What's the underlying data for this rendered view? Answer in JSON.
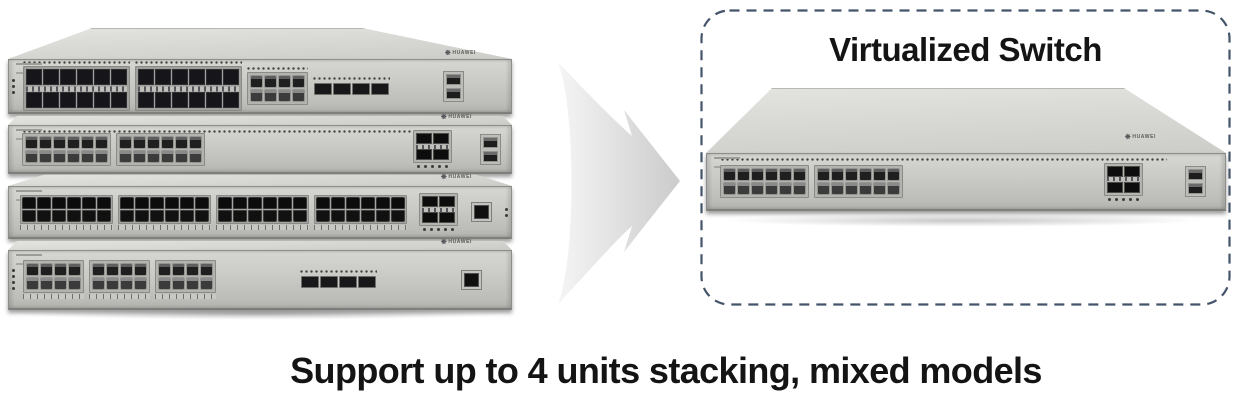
{
  "panel_title": "Virtualized Switch",
  "caption": "Support up to 4 units stacking, mixed models",
  "brand": "HUAWEI",
  "icons": {
    "huawei_fan": "❋"
  },
  "colors": {
    "dashed_border": "#44546A",
    "text": "#141414",
    "chassis": "#c9cac6",
    "port_dark": "#141414",
    "arrow_light": "#f5f5f5",
    "arrow_dark": "#cbcbcb",
    "background": "#ffffff"
  },
  "stack": {
    "switches": [
      {
        "id": "switch-1-24xSFP-8xRJ45-4xSFP+",
        "groups": [
          {
            "type": "leds-col",
            "count": 3
          },
          {
            "type": "sfp-block",
            "rows": 2,
            "cols": 6,
            "vents": true
          },
          {
            "type": "sfp-block",
            "rows": 2,
            "cols": 6,
            "vents": true
          },
          {
            "type": "rj45-metal",
            "rows": 2,
            "cols": 4,
            "vents": true
          },
          {
            "type": "sfp-row",
            "count": 4,
            "vents": true
          },
          {
            "type": "spacer"
          },
          {
            "type": "mgmt-stack"
          },
          {
            "type": "pad",
            "w": 42
          }
        ]
      },
      {
        "id": "switch-2-24xRJ45-4xSFP+",
        "top_vents": true,
        "groups": [
          {
            "type": "pad",
            "w": 8
          },
          {
            "type": "rj45-metal",
            "rows": 2,
            "cols": 6
          },
          {
            "type": "rj45-metal",
            "rows": 2,
            "cols": 6
          },
          {
            "type": "spacer"
          },
          {
            "type": "sfp-quad",
            "leds_below": true
          },
          {
            "type": "pad",
            "w": 18
          },
          {
            "type": "mgmt-stack"
          },
          {
            "type": "pad",
            "w": 5
          }
        ]
      },
      {
        "id": "switch-3-48xRJ45-4xSFP+",
        "groups": [
          {
            "type": "pad",
            "w": 6
          },
          {
            "type": "rj45-dark",
            "rows": 2,
            "cols": 6,
            "labeled": true
          },
          {
            "type": "rj45-dark",
            "rows": 2,
            "cols": 6,
            "labeled": true
          },
          {
            "type": "rj45-dark",
            "rows": 2,
            "cols": 6,
            "labeled": true
          },
          {
            "type": "rj45-dark",
            "rows": 2,
            "cols": 6,
            "labeled": true
          },
          {
            "type": "pad",
            "w": 2
          },
          {
            "type": "sfp-quad",
            "leds_below": true
          },
          {
            "type": "pad",
            "w": 3
          },
          {
            "type": "rj45-single"
          },
          {
            "type": "spacer"
          },
          {
            "type": "leds-col",
            "count": 2
          },
          {
            "type": "pad",
            "w": 5
          }
        ]
      },
      {
        "id": "switch-4-24xRJ45-4xSFP",
        "groups": [
          {
            "type": "leds-col",
            "count": 4
          },
          {
            "type": "rj45-metal",
            "rows": 2,
            "cols": 4,
            "labeled": true
          },
          {
            "type": "rj45-metal",
            "rows": 2,
            "cols": 4,
            "labeled": true
          },
          {
            "type": "rj45-metal",
            "rows": 2,
            "cols": 4,
            "labeled": true
          },
          {
            "type": "spacer"
          },
          {
            "type": "sfp-row",
            "count": 4,
            "vents": true
          },
          {
            "type": "spacer"
          },
          {
            "type": "rj45-single"
          },
          {
            "type": "pad",
            "w": 24
          }
        ]
      }
    ]
  },
  "virtual_switch": {
    "id": "virtualized-24xRJ45-4xSFP+",
    "top_vents": true,
    "groups": [
      {
        "type": "pad",
        "w": 8
      },
      {
        "type": "rj45-metal",
        "rows": 2,
        "cols": 6
      },
      {
        "type": "rj45-metal",
        "rows": 2,
        "cols": 6
      },
      {
        "type": "spacer"
      },
      {
        "type": "sfp-quad",
        "leds_below": true
      },
      {
        "type": "pad",
        "w": 32
      },
      {
        "type": "mgmt-stack"
      },
      {
        "type": "pad",
        "w": 14
      }
    ]
  }
}
